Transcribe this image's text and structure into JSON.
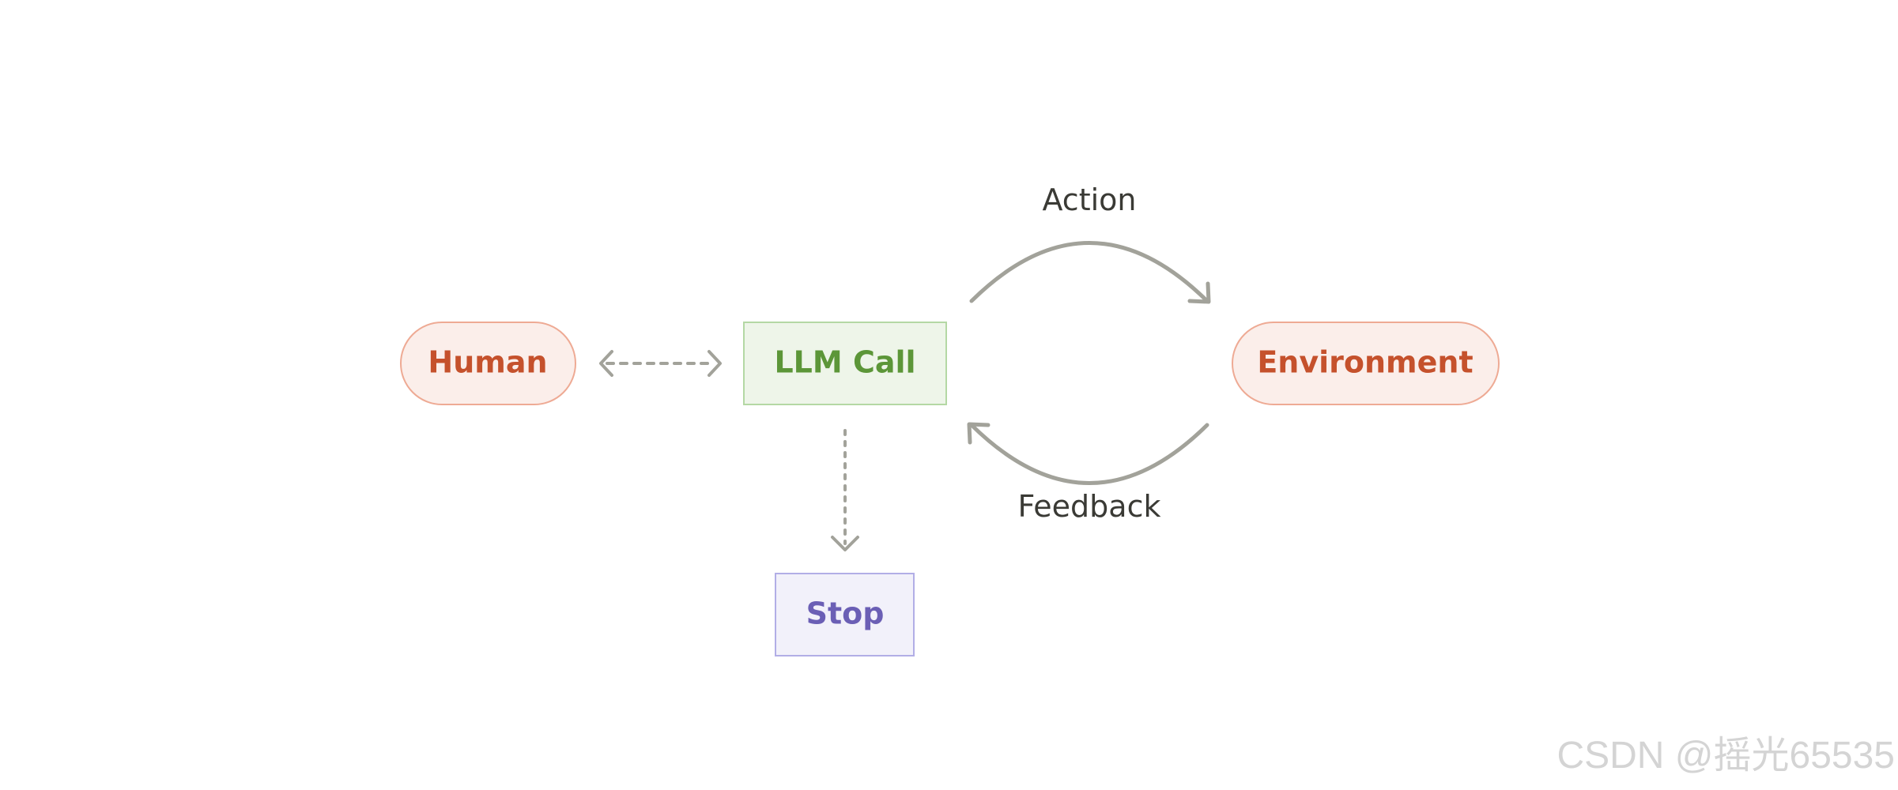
{
  "nodes": {
    "human": {
      "label": "Human"
    },
    "llm_call": {
      "label": "LLM Call"
    },
    "environment": {
      "label": "Environment"
    },
    "stop": {
      "label": "Stop"
    }
  },
  "edges": {
    "action": {
      "label": "Action"
    },
    "feedback": {
      "label": "Feedback"
    }
  },
  "watermark": "CSDN @摇光65535",
  "colors": {
    "human_fill": "#fbeeea",
    "human_stroke": "#eeaa94",
    "human_text": "#c5512c",
    "llm_fill": "#eef5e9",
    "llm_stroke": "#b4d8a4",
    "llm_text": "#5c9638",
    "stop_fill": "#f2f1fa",
    "stop_stroke": "#b2aee6",
    "stop_text": "#6b5fb5",
    "arrow": "#a2a29a"
  }
}
